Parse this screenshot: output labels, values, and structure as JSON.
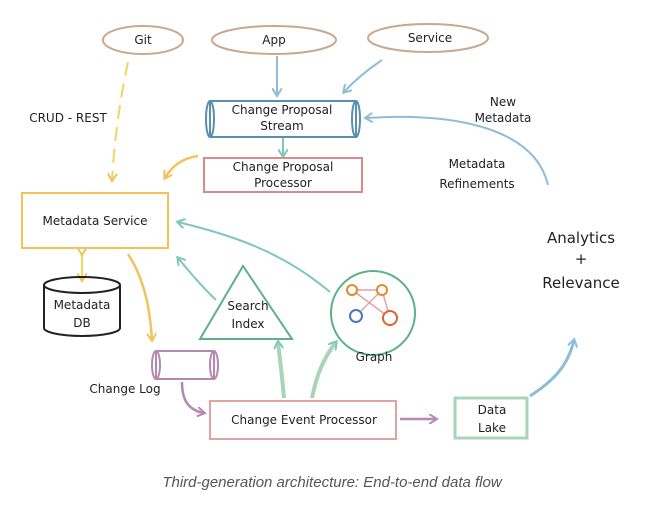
{
  "sources": {
    "git": "Git",
    "app": "App",
    "service": "Service"
  },
  "change_proposal_stream": [
    "Change Proposal",
    "Stream"
  ],
  "change_proposal_processor": [
    "Change  Proposal",
    "Processor"
  ],
  "metadata_service": "Metadata Service",
  "metadata_db": [
    "Metadata",
    "DB"
  ],
  "crud_rest": "CRUD - REST",
  "new_metadata": [
    "New",
    "Metadata"
  ],
  "metadata_refinements": [
    "Metadata",
    "Refinements"
  ],
  "analytics_relevance": [
    "Analytics",
    "+",
    "Relevance"
  ],
  "search_index": [
    "Search",
    "Index"
  ],
  "graph": "Graph",
  "change_log": "Change Log",
  "change_event_processor": "Change Event Processor",
  "data_lake": [
    "Data",
    "Lake"
  ],
  "caption": "Third-generation architecture: End-to-end data flow",
  "colors": {
    "source_outline": "#c9a88e",
    "stream_outline": "#5b8fb0",
    "processor_outline": "#d98a8a",
    "service_outline": "#f2c35a",
    "db_outline": "#222222",
    "index_outline": "#5cb08a",
    "changelog_outline": "#b488b0",
    "event_outline": "#e0a3a3",
    "lake_outline": "#a8d4b8",
    "arrow_teal": "#7ec8b8",
    "arrow_blue": "#8fbcd8",
    "arrow_yellow": "#f2d560",
    "arrow_purple": "#b488b0"
  }
}
